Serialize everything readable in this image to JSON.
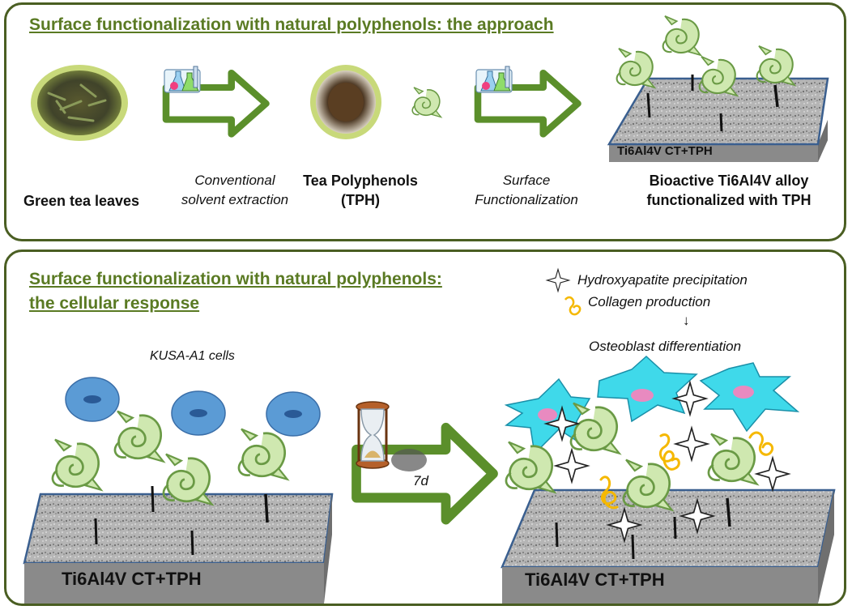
{
  "panel1": {
    "title": "Surface functionalization with natural polyphenols: the approach",
    "steps": [
      {
        "line1": "Green tea leaves",
        "line2": ""
      },
      {
        "line1": "Conventional",
        "line2": "solvent extraction"
      },
      {
        "line1": "Tea Polyphenols",
        "line2": "(TPH)"
      },
      {
        "line1": "Surface",
        "line2": "Functionalization"
      },
      {
        "line1": "Bioactive Ti6Al4V alloy",
        "line2": "functionalized with TPH"
      }
    ],
    "plate_label": "Ti6Al4V CT+TPH"
  },
  "panel2": {
    "title_line1": "Surface functionalization with natural polyphenols:",
    "title_line2": "the cellular response",
    "cells_label": "KUSA-A1 cells",
    "time_label": "7d",
    "legend": {
      "hydroxyapatite": "Hydroxyapatite precipitation",
      "collagen": "Collagen production",
      "arrow": "↓",
      "osteoblast": "Osteoblast differentiation"
    },
    "plate_left_label": "Ti6Al4V CT+TPH",
    "plate_right_label": "Ti6Al4V CT+TPH"
  },
  "colors": {
    "border": "#4a5e22",
    "title": "#5a7a23",
    "arrow": "#5b8f2b",
    "polyphenol_fill": "#cfe8b0",
    "polyphenol_stroke": "#6a9a45",
    "cell": "#5b9bd5",
    "osteoblast": "#3fd9ea",
    "nucleus": "#e88ac0",
    "collagen": "#f5b800",
    "plate_side": "#8a8a8a",
    "plate_edge": "#3a5f8f"
  }
}
